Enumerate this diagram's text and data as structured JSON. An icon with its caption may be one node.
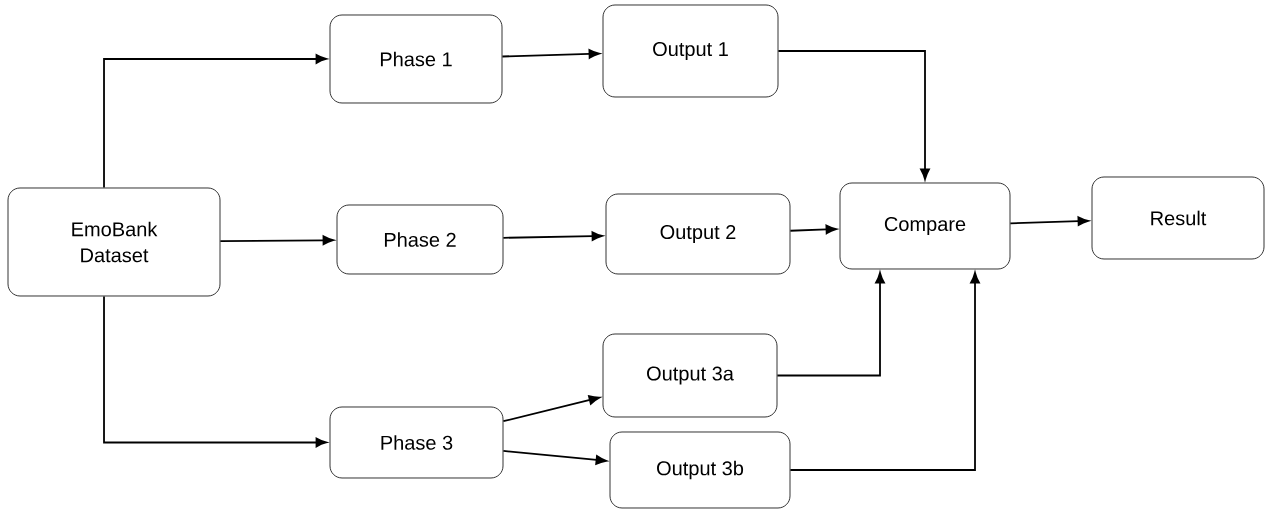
{
  "diagram": {
    "nodes": [
      {
        "text": [
          "EmoBank Dataset"
        ]
      },
      {
        "text": [
          "Phase 1"
        ]
      },
      {
        "text": [
          "Output 1"
        ]
      },
      {
        "text": [
          "Phase 2"
        ]
      },
      {
        "text": [
          "Output 2"
        ]
      },
      {
        "text": [
          "Compare"
        ]
      },
      {
        "text": [
          "Result"
        ]
      },
      {
        "text": [
          "Output 3a"
        ]
      },
      {
        "text": [
          "Phase 3"
        ]
      },
      {
        "text": [
          "Output 3b"
        ]
      }
    ],
    "edges": [
      {
        "from": 0,
        "to": 1,
        "arrow": "to"
      },
      {
        "from": 0,
        "to": 3,
        "arrow": "to"
      },
      {
        "from": 0,
        "to": 8,
        "arrow": "to"
      },
      {
        "from": 1,
        "to": 2,
        "arrow": "to"
      },
      {
        "from": 3,
        "to": 4,
        "arrow": "to"
      },
      {
        "from": 8,
        "to": 7,
        "arrow": "to"
      },
      {
        "from": 8,
        "to": 9,
        "arrow": "to"
      },
      {
        "from": 2,
        "to": 5,
        "arrow": "to"
      },
      {
        "from": 4,
        "to": 5,
        "arrow": "to"
      },
      {
        "from": 7,
        "to": 5,
        "arrow": "to"
      },
      {
        "from": 9,
        "to": 5,
        "arrow": "to"
      },
      {
        "from": 5,
        "to": 6,
        "arrow": "to"
      }
    ]
  }
}
